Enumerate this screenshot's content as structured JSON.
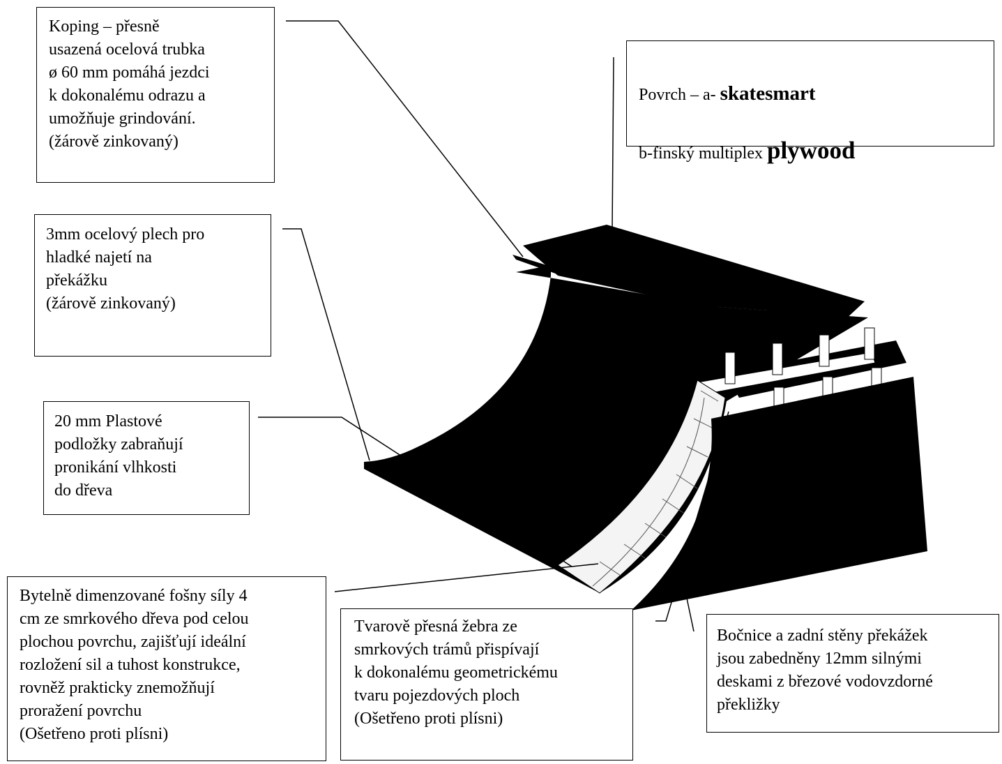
{
  "callouts": {
    "koping": {
      "text": "Koping  – přesně\nusazená ocelová trubka\nø 60 mm pomáhá jezdci\nk dokonalému odrazu a\numožňuje grindování.\n(žárově zinkovaný)"
    },
    "povrch": {
      "line1_prefix": "Povrch – a- ",
      "line1_bold": "skatesmart",
      "line2_prefix": "b-finský multiplex ",
      "line2_bold": "plywood"
    },
    "plech": {
      "text": "3mm ocelový plech pro\nhladké najetí na\npřekážku\n(žárově zinkovaný)"
    },
    "podlozky": {
      "text": " 20 mm Plastové\npodložky zabraňují\npronikání vlhkosti\ndo dřeva"
    },
    "fosny": {
      "text": "Bytelně dimenzované fošny síly 4\ncm ze smrkového dřeva pod celou\nplochou povrchu, zajišťují ideální\nrozložení sil a tuhost konstrukce,\nrovněž prakticky znemožňují\nproražení povrchu\n(Ošetřeno proti plísni)"
    },
    "zebra": {
      "text": "Tvarově přesná žebra ze\nsmrkových trámů přispívají\nk dokonalému geometrickému\ntvaru pojezdových ploch\n(Ošetřeno proti plísni)"
    },
    "bocnice": {
      "text": "Bočnice a zadní stěny překážek\njsou zabedněny 12mm silnými\ndeskami z březové vodovzdorné\npřekližky"
    }
  },
  "colors": {
    "ramp": "#000000",
    "frame": "#ffffff",
    "line": "#000000"
  }
}
